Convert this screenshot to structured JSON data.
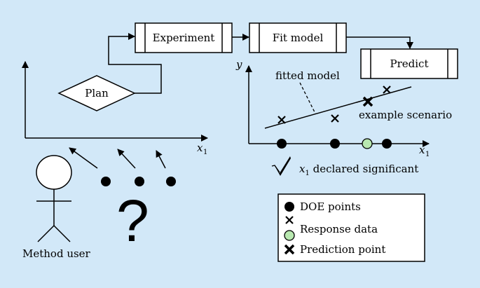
{
  "colors": {
    "background": "#d2e8f8",
    "box_fill": "#ffffff",
    "stroke": "#000000",
    "response_point": "#b8e8b0"
  },
  "flow": {
    "plan": "Plan",
    "experiment": "Experiment",
    "fit_model": "Fit model",
    "predict": "Predict"
  },
  "left_plot": {
    "x_axis_label": "x",
    "x_axis_sub": "1"
  },
  "right_plot": {
    "y_axis_label": "y",
    "x_axis_label": "x",
    "x_axis_sub": "1",
    "fitted_model_label": "fitted model",
    "example_label": "example scenario"
  },
  "significance": {
    "var": "x",
    "sub": "1",
    "text": " declared significant",
    "icon": "check-icon"
  },
  "user": {
    "label": "Method user",
    "question_mark": "?",
    "icon": "stick-figure-icon"
  },
  "legend": {
    "items": [
      {
        "label": "DOE points",
        "marker": "filled-circle"
      },
      {
        "label": "Response data",
        "marker": "small-x"
      },
      {
        "label": "",
        "marker": "green-circle"
      },
      {
        "label": "Prediction point",
        "marker": "bold-x"
      }
    ]
  }
}
